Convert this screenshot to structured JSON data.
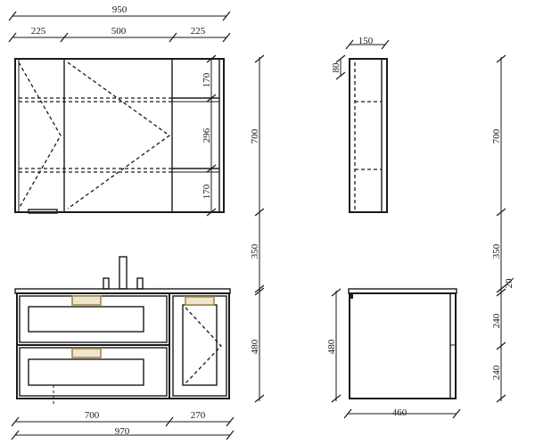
{
  "front_top_dims": {
    "overall_width": "950",
    "left_section": "225",
    "middle_section": "500",
    "right_section": "225"
  },
  "mirror_shelf_dims": {
    "top_shelf": "170",
    "middle_shelf": "296",
    "bottom_shelf": "170"
  },
  "side_top_dims": {
    "depth": "150",
    "offset": "80"
  },
  "height_dims": {
    "mirror_cabinet": "700",
    "gap": "350",
    "vanity": "480",
    "side_mirror_cabinet": "700",
    "side_gap": "350",
    "side_top_thickness": "20",
    "side_drawer_upper": "240",
    "side_drawer_lower": "240",
    "side_vanity": "480"
  },
  "front_bottom_dims": {
    "drawer_width": "700",
    "door_width": "270",
    "overall_width": "970"
  },
  "side_bottom_dims": {
    "depth": "460"
  }
}
